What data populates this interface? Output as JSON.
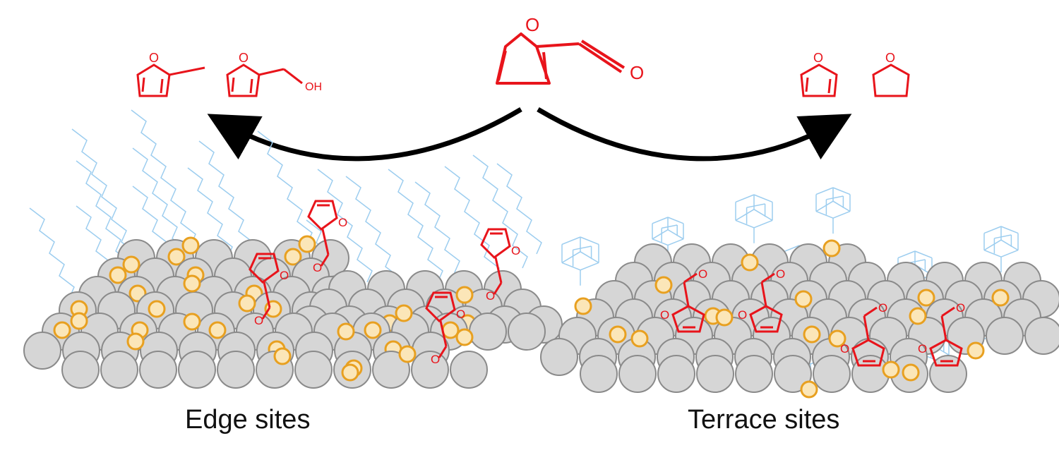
{
  "colors": {
    "molecule": "#e8141b",
    "arrow": "#000000",
    "metal_fill": "#d6d6d6",
    "metal_stroke": "#8a8a8a",
    "promoter_fill": "#fbe6b8",
    "promoter_stroke": "#e8a020",
    "ligand": "#9ccdef",
    "text": "#111111"
  },
  "reactant": {
    "name": "furfural",
    "oxygen_labels": [
      "O",
      "O"
    ]
  },
  "edge_products": [
    {
      "name": "2-methylfuran",
      "oxygen_label": "O"
    },
    {
      "name": "furfuryl alcohol",
      "oxygen_label": "O",
      "hydroxyl_label": "OH"
    }
  ],
  "terrace_products": [
    {
      "name": "furan",
      "oxygen_label": "O"
    },
    {
      "name": "tetrahydrofuran",
      "oxygen_label": "O"
    }
  ],
  "panels": {
    "edge": {
      "caption": "Edge sites",
      "ligand_type": "alkyl chains",
      "adsorption_mode": "upright via carbonyl"
    },
    "terrace": {
      "caption": "Terrace sites",
      "ligand_type": "adamantane",
      "adsorption_mode": "flat-lying ring"
    }
  },
  "adsorbate_label": "O"
}
